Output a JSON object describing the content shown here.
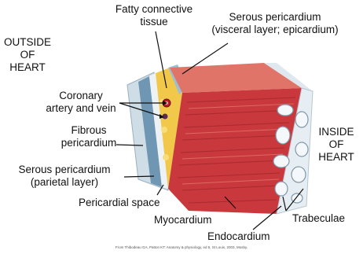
{
  "labels": {
    "fatty_tissue": [
      "Fatty connective",
      "tissue"
    ],
    "serous_visceral": [
      "Serous pericardium",
      "(visceral layer; epicardium)"
    ],
    "outside_heart": [
      "OUTSIDE",
      "OF",
      "HEART"
    ],
    "coronary": [
      "Coronary",
      "artery and vein"
    ],
    "fibrous": [
      "Fibrous",
      "pericardium"
    ],
    "serous_parietal": [
      "Serous pericardium",
      "(parietal layer)"
    ],
    "pericardial_space": "Pericardial space",
    "myocardium": "Myocardium",
    "endocardium": "Endocardium",
    "trabeculae": "Trabeculae",
    "inside_heart": [
      "INSIDE",
      "OF",
      "HEART"
    ]
  },
  "credit": "From Thibodeau GA, Patton KT: Anatomy & physiology, ed 5, St Louis, 2003, Mosby.",
  "colors": {
    "muscle": "#c9383c",
    "muscle_light": "#e87a72",
    "fat": "#f2c84a",
    "fibrous": "#c9d8e0",
    "serous_band": "#5e8aa8",
    "endocardium": "#e6eef4",
    "vessel": "#b81f2a",
    "text": "#111111"
  }
}
